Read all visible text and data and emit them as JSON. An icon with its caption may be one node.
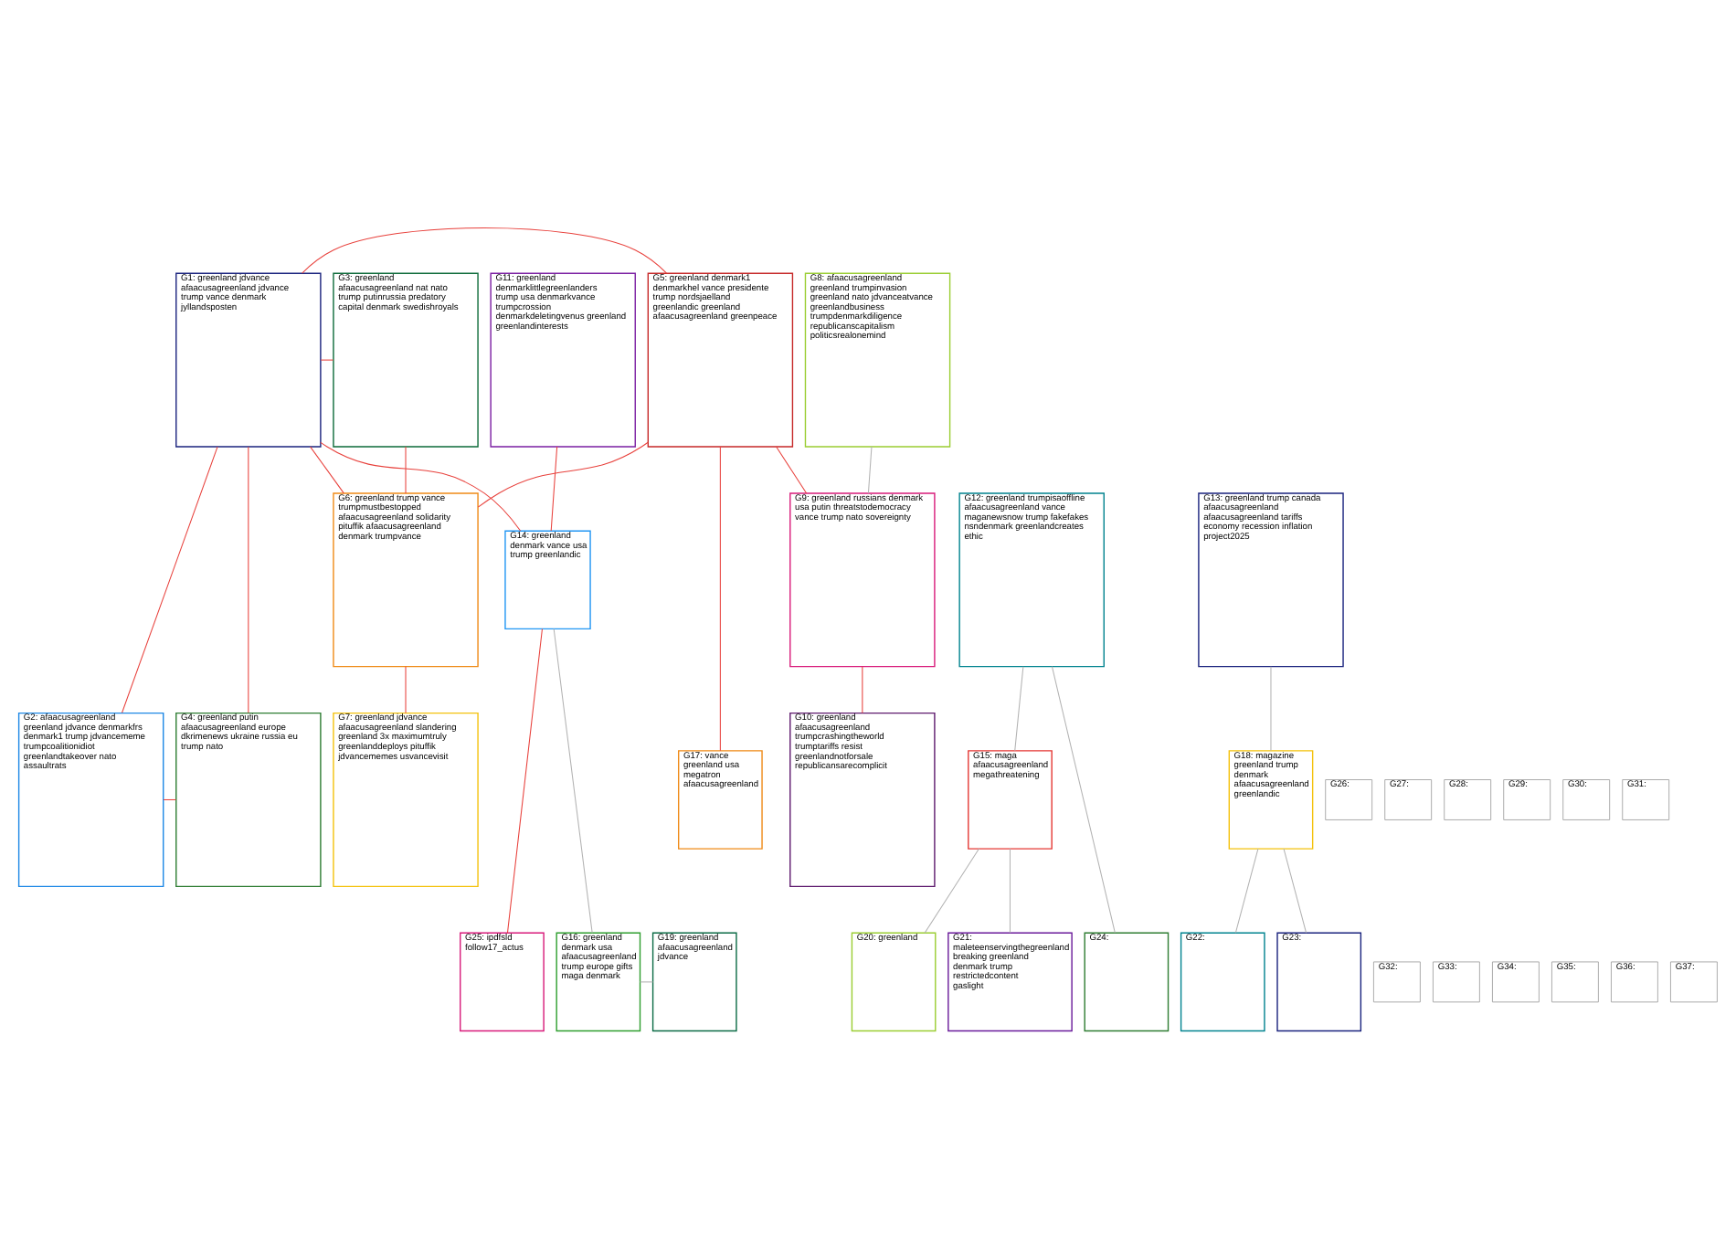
{
  "diagram": {
    "nodes": [
      {
        "text": [
          "G1: greenland jdvance afaacusagreenland jdvance trump vance denmark jyllandsposten"
        ]
      },
      {
        "text": [
          "G3: greenland afaacusagreenland nat nato trump putinrussia predatory capital denmark swedishroyals"
        ]
      },
      {
        "text": [
          "G5: greenland denmark1 denmarkhel vance presidente trump nordsjaelland greenlandic greenland afaacusagreenland greenpeace"
        ]
      },
      {
        "text": [
          "G8: afaacusagreenland greenland trumpinvasion greenland nato jdvanceatvance greenlandbusiness trumpdenmarkdiligence republicanscapitalism politicsrealonemind"
        ]
      },
      {
        "text": [
          "G11: greenland denmarklittlegreenlanders trump usa denmarkvance trumpcrossion denmarkdeletingvenus greenland greenlandinterests"
        ]
      },
      {
        "text": [
          "G12: greenland trumpisaoffline afaacusagreenland vance maganewsnow trump fakefakes nsndenmark greenlandcreates ethic"
        ]
      },
      {
        "text": [
          "G13: greenland trump canada afaacusagreenland afaacusagreenland tariffs economy recession inflation project2025"
        ]
      },
      {
        "text": [
          "G2: afaacusagreenland greenland jdvance denmarkfrs denmark1 trump jdvancememe trumpcoalitionidiot greenlandtakeover nato assaultrats"
        ]
      },
      {
        "text": [
          "G4: greenland putin afaacusagreenland europe dkrimenews ukraine russia eu trump nato"
        ]
      },
      {
        "text": [
          "G6: greenland trump vance trumpmustbestopped afaacusagreenland solidarity pituffik afaacusagreenland denmark trumpvance"
        ]
      },
      {
        "text": [
          "G9: greenland russians denmark usa putin threatstodemocracy vance trump nato sovereignty"
        ]
      },
      {
        "text": [
          "G7: greenland jdvance afaacusagreenland slandering greenland 3x maximumtruly greenlanddeploys pituffik jdvancememes usvancevisit"
        ]
      },
      {
        "text": [
          "G10: greenland afaacusagreenland trumpcrashingtheworld trumptariffs resist greenlandnotforsale republicansarecomplicit"
        ]
      },
      {
        "text": [
          "G14: greenland denmark vance usa trump greenlandic"
        ]
      },
      {
        "text": [
          "G15: maga afaacusagreenland megathreatening"
        ]
      },
      {
        "text": [
          "G17: vance greenland usa megatron afaacusagreenland"
        ]
      },
      {
        "text": [
          "G18: magazine greenland trump denmark afaacusagreenland greenlandic"
        ]
      },
      {
        "text": [
          "G16: greenland denmark usa afaacusagreenland trump europe gifts maga denmark"
        ]
      },
      {
        "text": [
          "G19: greenland afaacusagreenland jdvance"
        ]
      },
      {
        "text": [
          "G20: greenland"
        ]
      },
      {
        "text": [
          "G21: maleteenservingthegreenland breaking greenland denmark trump restrictedcontent gaslight"
        ]
      },
      {
        "text": [
          "G22:"
        ]
      },
      {
        "text": [
          "G23:"
        ]
      },
      {
        "text": [
          "G24:"
        ]
      },
      {
        "text": [
          "G25: ipdfsld follow17_actus"
        ]
      },
      {
        "text": [
          "G26:"
        ]
      },
      {
        "text": [
          "G27:"
        ]
      },
      {
        "text": [
          "G28:"
        ]
      },
      {
        "text": [
          "G29:"
        ]
      },
      {
        "text": [
          "G30:"
        ]
      },
      {
        "text": [
          "G31:"
        ]
      },
      {
        "text": [
          "G32:"
        ]
      },
      {
        "text": [
          "G33:"
        ]
      },
      {
        "text": [
          "G34:"
        ]
      },
      {
        "text": [
          "G35:"
        ]
      },
      {
        "text": [
          "G36:"
        ]
      },
      {
        "text": [
          "G37:"
        ]
      }
    ],
    "edges": [
      {
        "from": 0,
        "to": 7,
        "arrow": "none"
      },
      {
        "from": 0,
        "to": 1,
        "arrow": "none"
      },
      {
        "from": 0,
        "to": 2,
        "arrow": "none"
      },
      {
        "from": 0,
        "to": 9,
        "arrow": "none"
      },
      {
        "from": 0,
        "to": 8,
        "arrow": "none"
      },
      {
        "from": 7,
        "to": 8,
        "arrow": "none"
      },
      {
        "from": 1,
        "to": 9,
        "arrow": "none"
      },
      {
        "from": 2,
        "to": 9,
        "arrow": "none"
      },
      {
        "from": 2,
        "to": 10,
        "arrow": "none"
      },
      {
        "from": 3,
        "to": 10,
        "arrow": "none",
        "color": "#b3b3b3"
      },
      {
        "from": 4,
        "to": 13,
        "arrow": "none"
      },
      {
        "from": 0,
        "to": 13,
        "arrow": "none"
      },
      {
        "from": 5,
        "to": 14,
        "arrow": "none",
        "color": "#b3b3b3"
      },
      {
        "from": 6,
        "to": 16,
        "arrow": "none",
        "color": "#b3b3b3"
      },
      {
        "from": 2,
        "to": 15,
        "arrow": "none"
      },
      {
        "from": 9,
        "to": 11,
        "arrow": "none"
      },
      {
        "from": 10,
        "to": 12,
        "arrow": "none"
      },
      {
        "from": 13,
        "to": 17,
        "arrow": "none",
        "color": "#b3b3b3"
      },
      {
        "from": 17,
        "to": 18,
        "arrow": "none",
        "color": "#b3b3b3"
      },
      {
        "from": 14,
        "to": 19,
        "arrow": "none",
        "color": "#b3b3b3"
      },
      {
        "from": 14,
        "to": 20,
        "arrow": "none",
        "color": "#b3b3b3"
      },
      {
        "from": 16,
        "to": 21,
        "arrow": "none",
        "color": "#b3b3b3"
      },
      {
        "from": 16,
        "to": 22,
        "arrow": "none",
        "color": "#b3b3b3"
      },
      {
        "from": 5,
        "to": 23,
        "arrow": "none",
        "color": "#b3b3b3"
      },
      {
        "from": 13,
        "to": 24,
        "arrow": "none"
      }
    ]
  }
}
